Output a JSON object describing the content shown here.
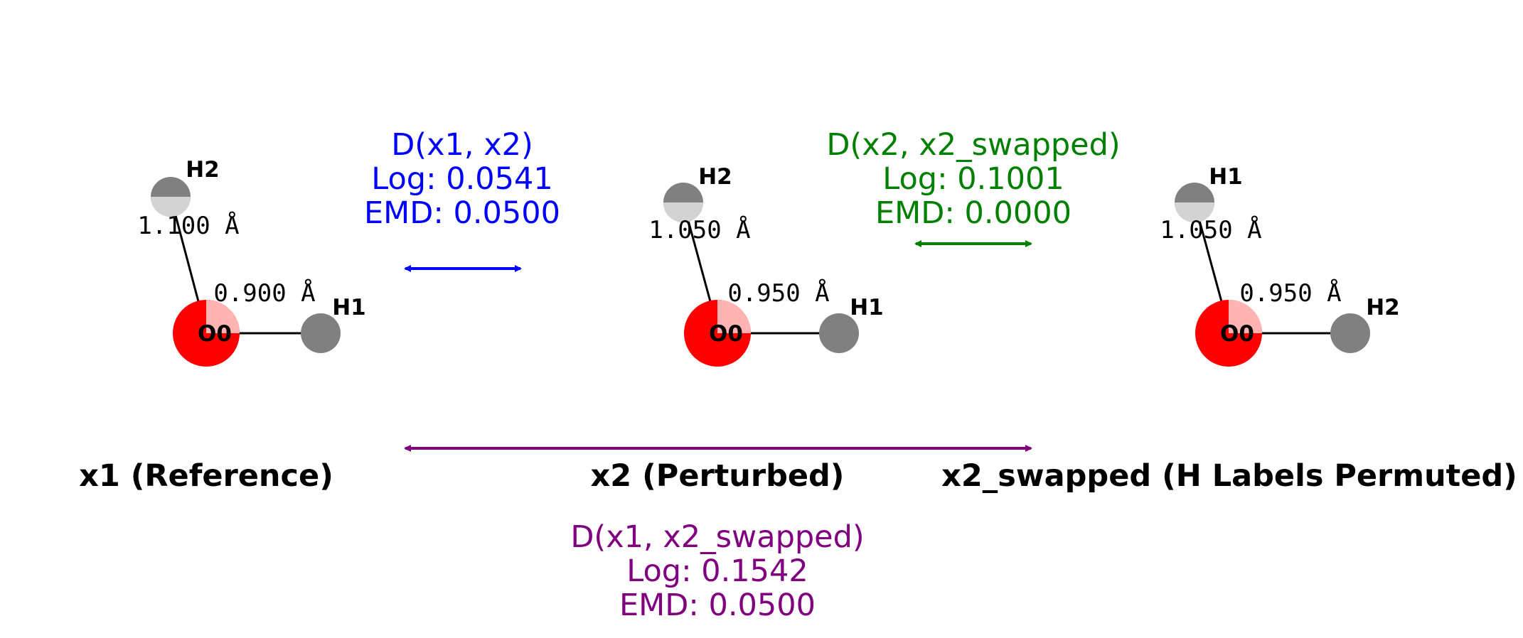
{
  "molecules": [
    {
      "caption": "x1 (Reference)",
      "atoms": {
        "o": "O0",
        "h_top": "H2",
        "h_right": "H1"
      },
      "bonds": {
        "top": "1.100 Å",
        "right": "0.900 Å"
      }
    },
    {
      "caption": "x2 (Perturbed)",
      "atoms": {
        "o": "O0",
        "h_top": "H2",
        "h_right": "H1"
      },
      "bonds": {
        "top": "1.050 Å",
        "right": "0.950 Å"
      }
    },
    {
      "caption": "x2_swapped (H Labels Permuted)",
      "atoms": {
        "o": "O0",
        "h_top": "H1",
        "h_right": "H2"
      },
      "bonds": {
        "top": "1.050 Å",
        "right": "0.950 Å"
      }
    }
  ],
  "comparisons": [
    {
      "title": "D(x1, x2)",
      "log": "Log: 0.0541",
      "emd": "EMD: 0.0500",
      "color": "#0000ff"
    },
    {
      "title": "D(x2, x2_swapped)",
      "log": "Log: 0.1001",
      "emd": "EMD: 0.0000",
      "color": "#008000"
    },
    {
      "title": "D(x1, x2_swapped)",
      "log": "Log: 0.1542",
      "emd": "EMD: 0.0500",
      "color": "#800080"
    }
  ],
  "colors": {
    "oxygen": "#ff0000",
    "oxygen_highlight": "#ffb3b3",
    "hydrogen": "#808080",
    "hydrogen_highlight": "#d3d3d3",
    "bond": "#000000"
  }
}
